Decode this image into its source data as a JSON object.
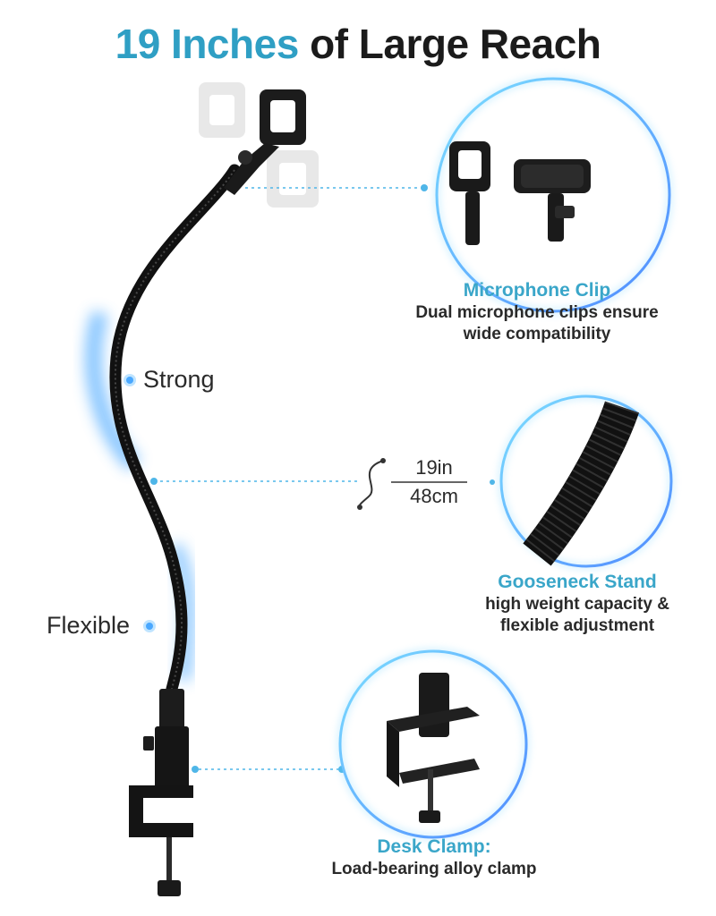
{
  "title": {
    "accent": "19 Inches",
    "rest": "of Large Reach"
  },
  "labels": {
    "strong": "Strong",
    "flexible": "Flexible"
  },
  "dimension": {
    "inches": "19in",
    "cm": "48cm"
  },
  "features": [
    {
      "title": "Microphone Clip",
      "line1": "Dual microphone clips ensure",
      "line2": "wide compatibility"
    },
    {
      "title": "Gooseneck Stand",
      "line1": "high weight capacity &",
      "line2": "flexible adjustment"
    },
    {
      "title": "Desk Clamp:",
      "line1": "Load-bearing alloy clamp",
      "line2": ""
    }
  ],
  "colors": {
    "accent": "#2f9fc4",
    "glow": "#4aa8ff",
    "metal": "#1a1a1a"
  }
}
